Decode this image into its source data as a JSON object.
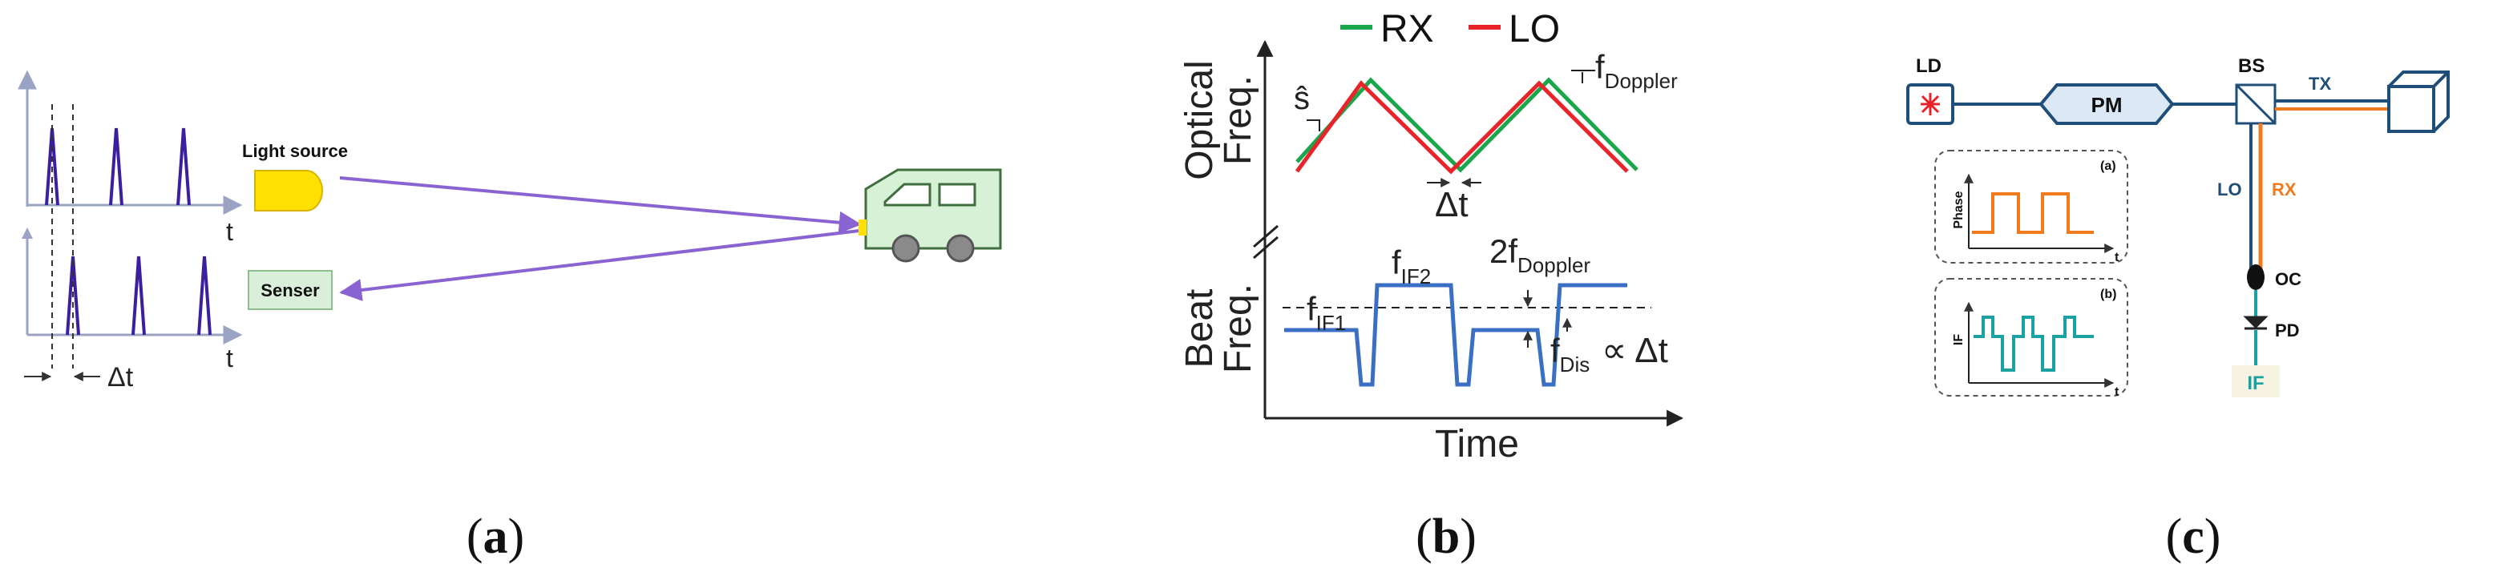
{
  "panels": {
    "a": {
      "caption_open": "(",
      "caption_letter": "a",
      "caption_close": ")",
      "axis_t_top": "t",
      "axis_t_bottom": "t",
      "delta_t": "Δt",
      "light_source": "Light source",
      "senser": "Senser",
      "colors": {
        "pulse": "#3b1f9e",
        "beam": "#8a63d2",
        "source": "#ffe000",
        "senser_box": "#d9efd9",
        "car": "#d6f1d6"
      }
    },
    "b": {
      "caption_open": "(",
      "caption_letter": "b",
      "caption_close": ")",
      "legend_rx": "RX",
      "legend_lo": "LO",
      "y_upper_line1": "Optical",
      "y_upper_line2": "Freq.",
      "y_lower_line1": "Beat",
      "y_lower_line2": "Freq.",
      "x_label": "Time",
      "s_hat": "ŝ",
      "f_doppler_f": "f",
      "f_doppler_sub": "Doppler",
      "delta_t": "Δt",
      "f_if2_f": "f",
      "f_if2_sub": "IF2",
      "two_f_doppler_f": "2f",
      "two_f_doppler_sub": "Doppler",
      "f_if1_f": "f",
      "f_if1_sub": "IF1",
      "f_dis_f": "f",
      "f_dis_sub": "Dis",
      "propto": "∝ Δt",
      "colors": {
        "rx": "#1aa64a",
        "lo": "#e8242a",
        "beat": "#3a6fc4"
      }
    },
    "c": {
      "caption_open": "(",
      "caption_letter": "c",
      "caption_close": ")",
      "ld": "LD",
      "pm": "PM",
      "bs": "BS",
      "tx": "TX",
      "lo": "LO",
      "rx": "RX",
      "oc": "OC",
      "pd": "PD",
      "if_box": "IF",
      "inset_a_tag": "(a)",
      "inset_a_ylabel": "Phase",
      "inset_a_xlabel": "t",
      "inset_b_tag": "(b)",
      "inset_b_ylabel": "IF",
      "inset_b_xlabel": "t",
      "colors": {
        "fiber": "#1f4e79",
        "rx_beam": "#f07a1e",
        "if_line": "#1aa1a1",
        "ld_star": "#e8242a"
      }
    }
  }
}
